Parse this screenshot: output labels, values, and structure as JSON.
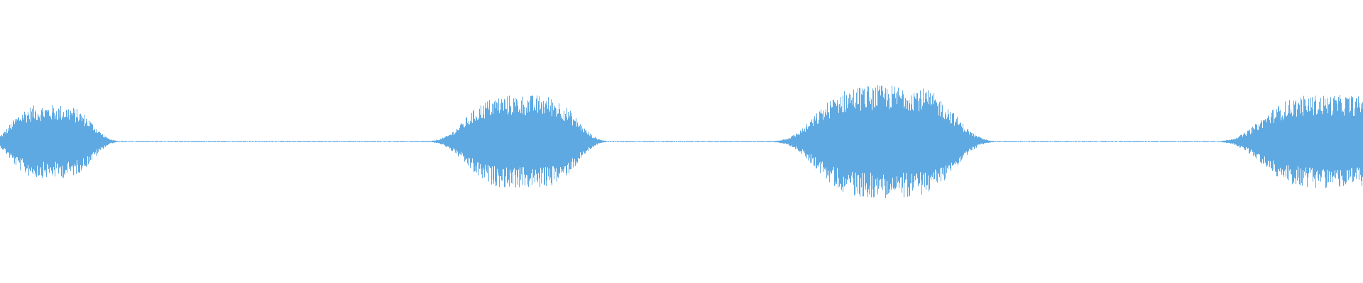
{
  "waveform": {
    "color": "#5ea9e2",
    "background": "#ffffff",
    "bursts": [
      {
        "center": 0.036,
        "width": 0.038,
        "amplitude": 0.26,
        "onset_skew": 0.5
      },
      {
        "center": 0.385,
        "width": 0.045,
        "amplitude": 0.33,
        "onset_skew": 0.65
      },
      {
        "center": 0.651,
        "width": 0.058,
        "amplitude": 0.4,
        "onset_skew": 0.6
      },
      {
        "center": 0.978,
        "width": 0.05,
        "amplitude": 0.33,
        "onset_skew": 0.7
      }
    ],
    "noise_floor": 0.004
  }
}
